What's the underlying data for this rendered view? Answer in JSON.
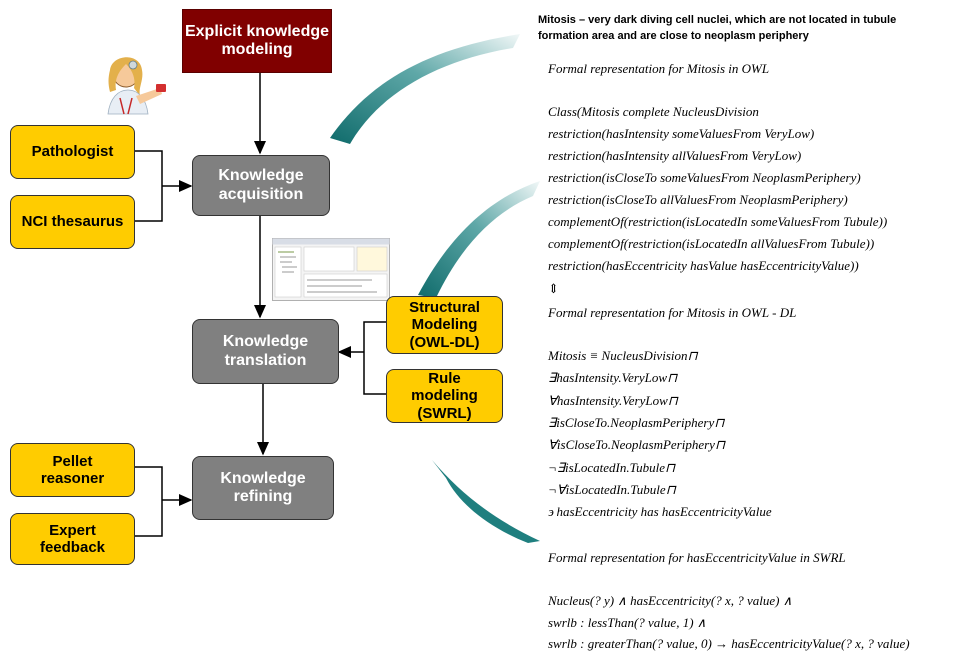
{
  "boxes": {
    "explicit": "Explicit knowledge modeling",
    "pathologist": "Pathologist",
    "nci": "NCI thesaurus",
    "acquisition": "Knowledge acquisition",
    "structural": "Structural Modeling (OWL-DL)",
    "rule": "Rule modeling (SWRL)",
    "translation": "Knowledge translation",
    "pellet": "Pellet reasoner",
    "expert": "Expert feedback",
    "refining": "Knowledge refining"
  },
  "mitosis_definition": "Mitosis – very dark diving cell nuclei, which are not located in tubule formation area and are close to neoplasm periphery",
  "owl": {
    "heading": "Formal representation for Mitosis in OWL",
    "lines": [
      "Class(Mitosis complete NucleusDivision",
      "restriction(hasIntensity someValuesFrom VeryLow)",
      "restriction(hasIntensity allValuesFrom VeryLow)",
      "restriction(isCloseTo someValuesFrom NeoplasmPeriphery)",
      "restriction(isCloseTo allValuesFrom NeoplasmPeriphery)",
      "complementOf(restriction(isLocatedIn someValuesFrom Tubule))",
      "complementOf(restriction(isLocatedIn allValuesFrom Tubule))",
      "restriction(hasEccentricity hasValue hasEccentricityValue))"
    ]
  },
  "equiv_symbol": "⇕",
  "owl_dl": {
    "heading": "Formal representation for Mitosis in OWL - DL",
    "lines": [
      "Mitosis ≡ NucleusDivision⊓",
      "∃hasIntensity.VeryLow⊓",
      "∀hasIntensity.VeryLow⊓",
      "∃isCloseTo.NeoplasmPeriphery⊓",
      "∀isCloseTo.NeoplasmPeriphery⊓",
      "¬∃isLocatedIn.Tubule⊓",
      "¬∀isLocatedIn.Tubule⊓",
      "϶ hasEccentricity has hasEccentricityValue"
    ]
  },
  "swrl": {
    "heading": "Formal representation for hasEccentricityValue in SWRL",
    "lines": [
      "Nucleus(? y) ∧ hasEccentricity(? x, ? value) ∧",
      "swrlb : lessThan(? value, 1) ∧",
      "swrlb : greaterThan(? value, 0) → hasEccentricityValue(? x, ? value)"
    ]
  },
  "colors": {
    "dark_red": "#800000",
    "gray": "#808080",
    "yellow": "#ffcc00",
    "teal": "#1f7f7f"
  }
}
